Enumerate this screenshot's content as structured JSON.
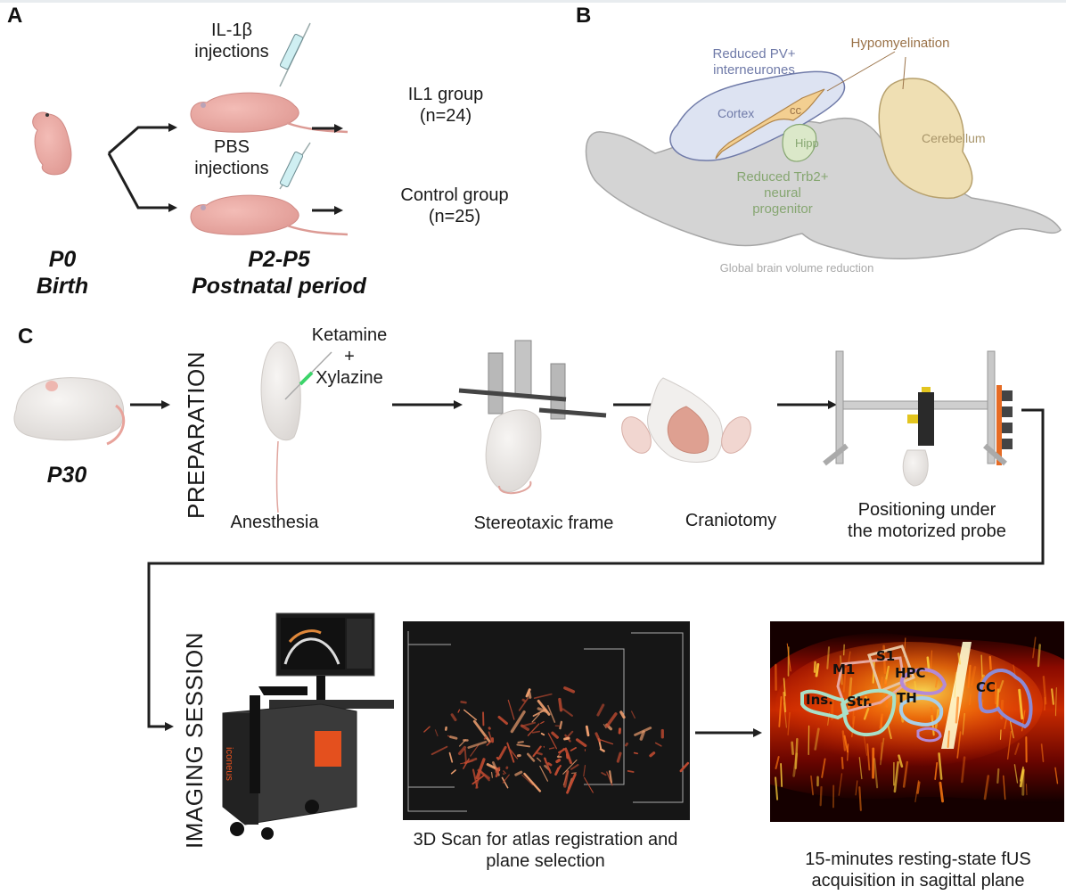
{
  "panels": {
    "a": {
      "letter": "A",
      "treatment_top": "IL-1β\ninjections",
      "treatment_top_line1": "IL-1β",
      "treatment_top_line2": "injections",
      "treatment_bottom_line1": "PBS",
      "treatment_bottom_line2": "injections",
      "group_top_line1": "IL1 group",
      "group_top_line2": "(n=24)",
      "group_bottom_line1": "Control group",
      "group_bottom_line2": "(n=25)",
      "timepoint_left_line1": "P0",
      "timepoint_left_line2": "Birth",
      "timepoint_mid_line1": "P2-P5",
      "timepoint_mid_line2": "Postnatal period"
    },
    "b": {
      "letter": "B",
      "labels": {
        "pv": [
          "Reduced PV+",
          "interneurones"
        ],
        "hypomyelination": "Hypomyelination",
        "cortex": "Cortex",
        "cc": "cc",
        "hipp": "Hipp",
        "cerebellum": "Cerebellum",
        "trb2": [
          "Reduced Trb2+",
          "neural",
          "progenitor"
        ],
        "global": "Global brain volume reduction"
      },
      "colors": {
        "cortex_fill": "#dde3f2",
        "cortex_stroke": "#6f7aa8",
        "cortex_text": "#6f7aa8",
        "cc_fill": "#f3cf91",
        "cc_stroke": "#b0844a",
        "hypo_text": "#9a7248",
        "hipp_fill": "#dbe8c9",
        "hipp_stroke": "#86a671",
        "hipp_text": "#86a671",
        "cerebellum_fill": "#efdfb3",
        "cerebellum_stroke": "#b6a06d",
        "cerebellum_text": "#a8956a",
        "brain_fill": "#d4d4d4",
        "brain_stroke": "#a6a6a6",
        "global_text": "#a9a9a9"
      }
    },
    "c": {
      "letter": "C",
      "age": "P30",
      "stage_prep": "PREPARATION",
      "drug_line1": "Ketamine",
      "drug_plus": "+",
      "drug_line2": "Xylazine",
      "steps": [
        {
          "label": "Anesthesia"
        },
        {
          "label": "Stereotaxic frame"
        },
        {
          "label": "Craniotomy"
        },
        {
          "label_line1": "Positioning under",
          "label_line2": "the motorized probe"
        }
      ],
      "stage_imaging": "IMAGING SESSION",
      "device_brand": "iconeus",
      "scan_caption_line1": "3D Scan for atlas registration and",
      "scan_caption_line2": "plane selection",
      "fus_caption_line1": "15-minutes resting-state fUS",
      "fus_caption_line2": "acquisition in sagittal plane",
      "rois": [
        "M1",
        "S1",
        "HPC",
        "Ins.",
        "Str.",
        "TH",
        "CC"
      ],
      "roi_colors": {
        "M1": "#e7a8a0",
        "S1": "#e7c3a0",
        "HPC": "#b48ad6",
        "Ins": "#a8e0c8",
        "Str": "#a8e0c8",
        "TH": "#a9cfe8",
        "CC": "#8c8ad6"
      }
    }
  }
}
